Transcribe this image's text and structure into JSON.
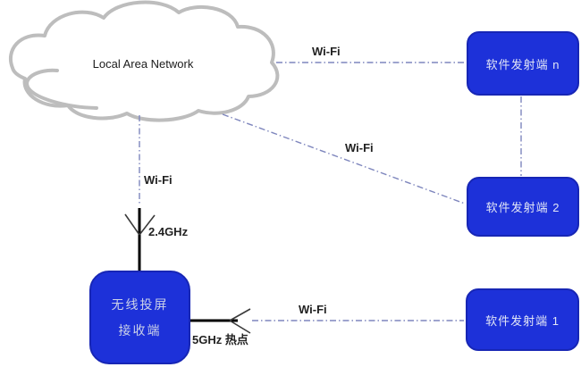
{
  "diagram": {
    "cloud": {
      "label": "Local Area Network"
    },
    "nodes": {
      "transmitter_n": {
        "label": "软件发射端 n"
      },
      "transmitter_2": {
        "label": "软件发射端 2"
      },
      "transmitter_1": {
        "label": "软件发射端 1"
      },
      "receiver": {
        "label_line1": "无线投屏",
        "label_line2": "接收端"
      }
    },
    "link_labels": {
      "wifi_cloud_to_n": "Wi-Fi",
      "wifi_cloud_to_receiver": "Wi-Fi",
      "wifi_cloud_to_2": "Wi-Fi",
      "wifi_receiver_to_1": "Wi-Fi"
    },
    "antenna_labels": {
      "antenna_2_4ghz": "2.4GHz",
      "antenna_5ghz_hotspot": "5GHz 热点"
    },
    "colors": {
      "node_fill": "#1d31d9",
      "node_border": "#1726b5",
      "node_text": "#e2e6f6",
      "link_dashdot": "#7e86bd",
      "cloud_stroke": "#bdbdbd",
      "antenna_port_red": "#ce1010",
      "antenna_black": "#000000"
    }
  }
}
